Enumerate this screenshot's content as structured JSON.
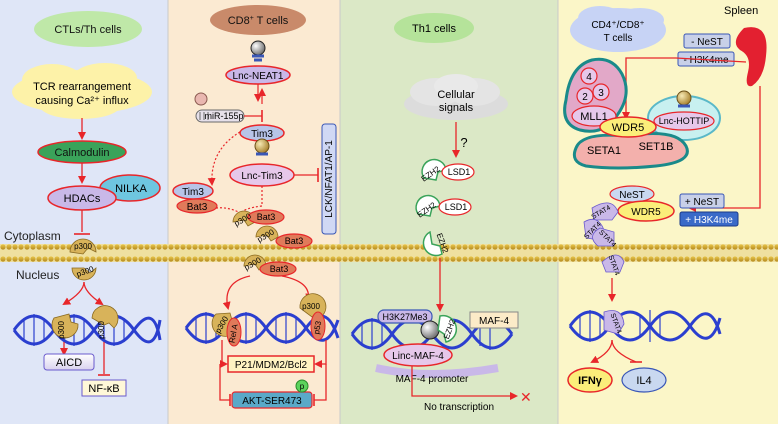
{
  "panels": {
    "p1": {
      "title": "CTLs/Th cells"
    },
    "p2": {
      "title_main": "CD8",
      "title_sup": "+",
      "title_rest": " T cells"
    },
    "p3": {
      "title": "Th1 cells"
    },
    "p4": {
      "title_line1": "CD4⁺/CD8⁺",
      "title_line2": "T cells",
      "spleen": "Spleen"
    }
  },
  "regions": {
    "cytoplasm": "Cytoplasm",
    "nucleus": "Nucleus"
  },
  "p1": {
    "cloud_line1": "TCR rearrangement",
    "cloud_line2": "causing Ca²⁺ influx",
    "calmodulin": "Calmodulin",
    "hdacs": "HDACs",
    "nilka": "NILKA",
    "p300_a": "p300",
    "p300_b": "p300",
    "p300_c": "p300",
    "p300_d": "p300",
    "aicd": "AICD",
    "nfkb": "NF-κB"
  },
  "p2": {
    "lnc_neat1": "Lnc-NEAT1",
    "mir155p": "miR-155p",
    "tim3": "Tim3",
    "lnc_tim3": "Lnc-Tim3",
    "lck_box": "LCK/NFAT1/AP-1",
    "tim3_b": "Tim3",
    "bat3_a": "Bat3",
    "p300_1": "p300",
    "bat3_1": "Bat3",
    "p300_2": "p300",
    "bat3_2": "Bat3",
    "p300_3": "p300",
    "bat3_3": "Bat3",
    "p300_4": "p300",
    "rela": "Rel A",
    "p300_5": "p300",
    "p53": "p53",
    "p21_box": "P21/MDM2/Bcl2",
    "akt_box": "AKT-SER473",
    "p_badge": "p"
  },
  "p3": {
    "cloud_line1": "Cellular",
    "cloud_line2": "signals",
    "question": "?",
    "ezh2_1": "EZH2",
    "lsd1_1": "LSD1",
    "ezh2_2": "EZH2",
    "lsd1_2": "LSD1",
    "ezh2_3": "EZH2",
    "h3k27": "H3K27Me3",
    "ezh2_4": "EZH2",
    "maf4": "MAF-4",
    "linc_maf4": "Linc-MAF-4",
    "promoter": "MAF-4 promoter",
    "no_transcription": "No transcription"
  },
  "p4": {
    "n4": "4",
    "n3": "3",
    "n2": "2",
    "mll1": "MLL1",
    "lnc_hottip": "Lnc-HOTTIP",
    "wdr5": "WDR5",
    "seta1": "SETA1",
    "set1b": "SET1B",
    "minus_nest": "- NeST",
    "minus_h3k4": "- H3K4me",
    "nest": "NeST",
    "wdr5_b": "WDR5",
    "plus_nest": "+ NeST",
    "plus_h3k4": "+ H3K4me",
    "stat4_1": "STAT4",
    "stat4_2": "STAT4",
    "stat4_3": "STAT4",
    "stat4_4": "STAT4",
    "ifng": "IFNγ",
    "il4": "IL4"
  },
  "colors": {
    "p1_bg": "#dfe6f7",
    "p2_bg": "#fbead2",
    "p3_bg": "#dbe8c6",
    "p4_bg": "#fbf6c8",
    "arrow": "#e8262a",
    "p300": "#d8b35a",
    "wdr5": "#fbee7a",
    "dna": "#2b3fcf"
  }
}
